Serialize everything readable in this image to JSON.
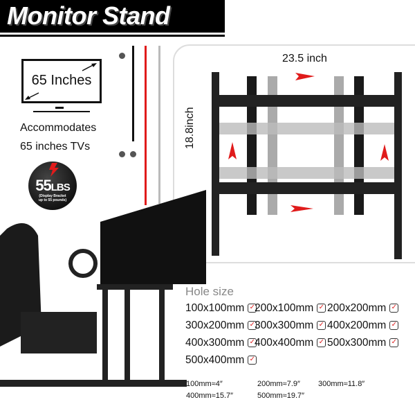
{
  "banner": {
    "title": "Monitor Stand"
  },
  "tv_icon": {
    "label": "65 Inches"
  },
  "accommodates": {
    "line1": "Accommodates",
    "line2": "65 inches TVs"
  },
  "weight_badge": {
    "value": "55",
    "unit": "LBS",
    "note_line1": "(Display Bracket",
    "note_line2": "up to 55 pounds)"
  },
  "diagram": {
    "width_label": "23.5 inch",
    "height_label": "18.8inch"
  },
  "hole_size": {
    "title": "Hole size",
    "items": [
      {
        "label": "100x100mm",
        "checked": true
      },
      {
        "label": "200x100mm",
        "checked": true
      },
      {
        "label": "200x200mm",
        "checked": true
      },
      {
        "label": "300x200mm",
        "checked": true
      },
      {
        "label": "300x300mm",
        "checked": true
      },
      {
        "label": "400x200mm",
        "checked": true
      },
      {
        "label": "400x300mm",
        "checked": true
      },
      {
        "label": "400x400mm",
        "checked": true
      },
      {
        "label": "500x300mm",
        "checked": true
      },
      {
        "label": "500x400mm",
        "checked": true
      }
    ],
    "check_glyph": "✓",
    "conversions": [
      "100mm≈4″",
      "200mm≈7.9″",
      "300mm≈11.8″",
      "400mm≈15.7″",
      "500mm≈19.7″"
    ]
  },
  "colors": {
    "accent": "#e01b1b",
    "banner": "#000000"
  }
}
